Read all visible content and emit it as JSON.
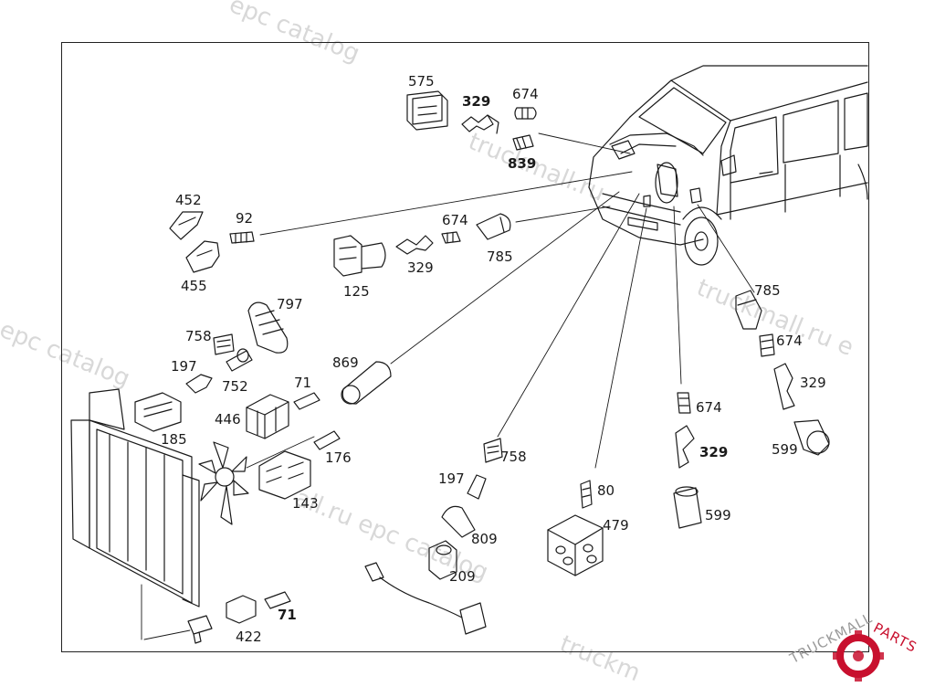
{
  "part_labels": [
    {
      "id": "575",
      "text": "575"
    },
    {
      "id": "329-top",
      "text": "329",
      "bold": true
    },
    {
      "id": "674-top",
      "text": "674"
    },
    {
      "id": "839",
      "text": "839",
      "bold": true
    },
    {
      "id": "452",
      "text": "452"
    },
    {
      "id": "92",
      "text": "92"
    },
    {
      "id": "455",
      "text": "455"
    },
    {
      "id": "674-mid",
      "text": "674"
    },
    {
      "id": "329-mid",
      "text": "329"
    },
    {
      "id": "785-mid",
      "text": "785"
    },
    {
      "id": "125",
      "text": "125"
    },
    {
      "id": "797",
      "text": "797"
    },
    {
      "id": "758-left",
      "text": "758"
    },
    {
      "id": "197-left",
      "text": "197"
    },
    {
      "id": "752",
      "text": "752"
    },
    {
      "id": "869",
      "text": "869"
    },
    {
      "id": "71-mid",
      "text": "71"
    },
    {
      "id": "446",
      "text": "446"
    },
    {
      "id": "185",
      "text": "185"
    },
    {
      "id": "176",
      "text": "176"
    },
    {
      "id": "143",
      "text": "143"
    },
    {
      "id": "758-mid",
      "text": "758"
    },
    {
      "id": "197-mid",
      "text": "197"
    },
    {
      "id": "809",
      "text": "809"
    },
    {
      "id": "209",
      "text": "209"
    },
    {
      "id": "80",
      "text": "80"
    },
    {
      "id": "479",
      "text": "479"
    },
    {
      "id": "674-r1",
      "text": "674"
    },
    {
      "id": "329-r1",
      "text": "329",
      "bold": true
    },
    {
      "id": "599-r1",
      "text": "599"
    },
    {
      "id": "785-r2",
      "text": "785"
    },
    {
      "id": "674-r2",
      "text": "674"
    },
    {
      "id": "329-r2",
      "text": "329"
    },
    {
      "id": "599-r2",
      "text": "599"
    },
    {
      "id": "422",
      "text": "422"
    },
    {
      "id": "71-bottom",
      "text": "71",
      "bold": true
    }
  ],
  "watermarks": [
    {
      "text": "epc catalog"
    },
    {
      "text": "truckmall.ru"
    },
    {
      "text": "l epc catalog"
    },
    {
      "text": "truckmall.ru  e"
    },
    {
      "text": "all.ru  epc catalog"
    },
    {
      "text": "truckm"
    }
  ],
  "brand": {
    "line1": "TRUCKMALL",
    "line2": "PARTS",
    "accent": "#c8102e"
  },
  "colors": {
    "ink": "#1a1a1a",
    "watermark": "#d8d8d8",
    "accent": "#c8102e"
  }
}
